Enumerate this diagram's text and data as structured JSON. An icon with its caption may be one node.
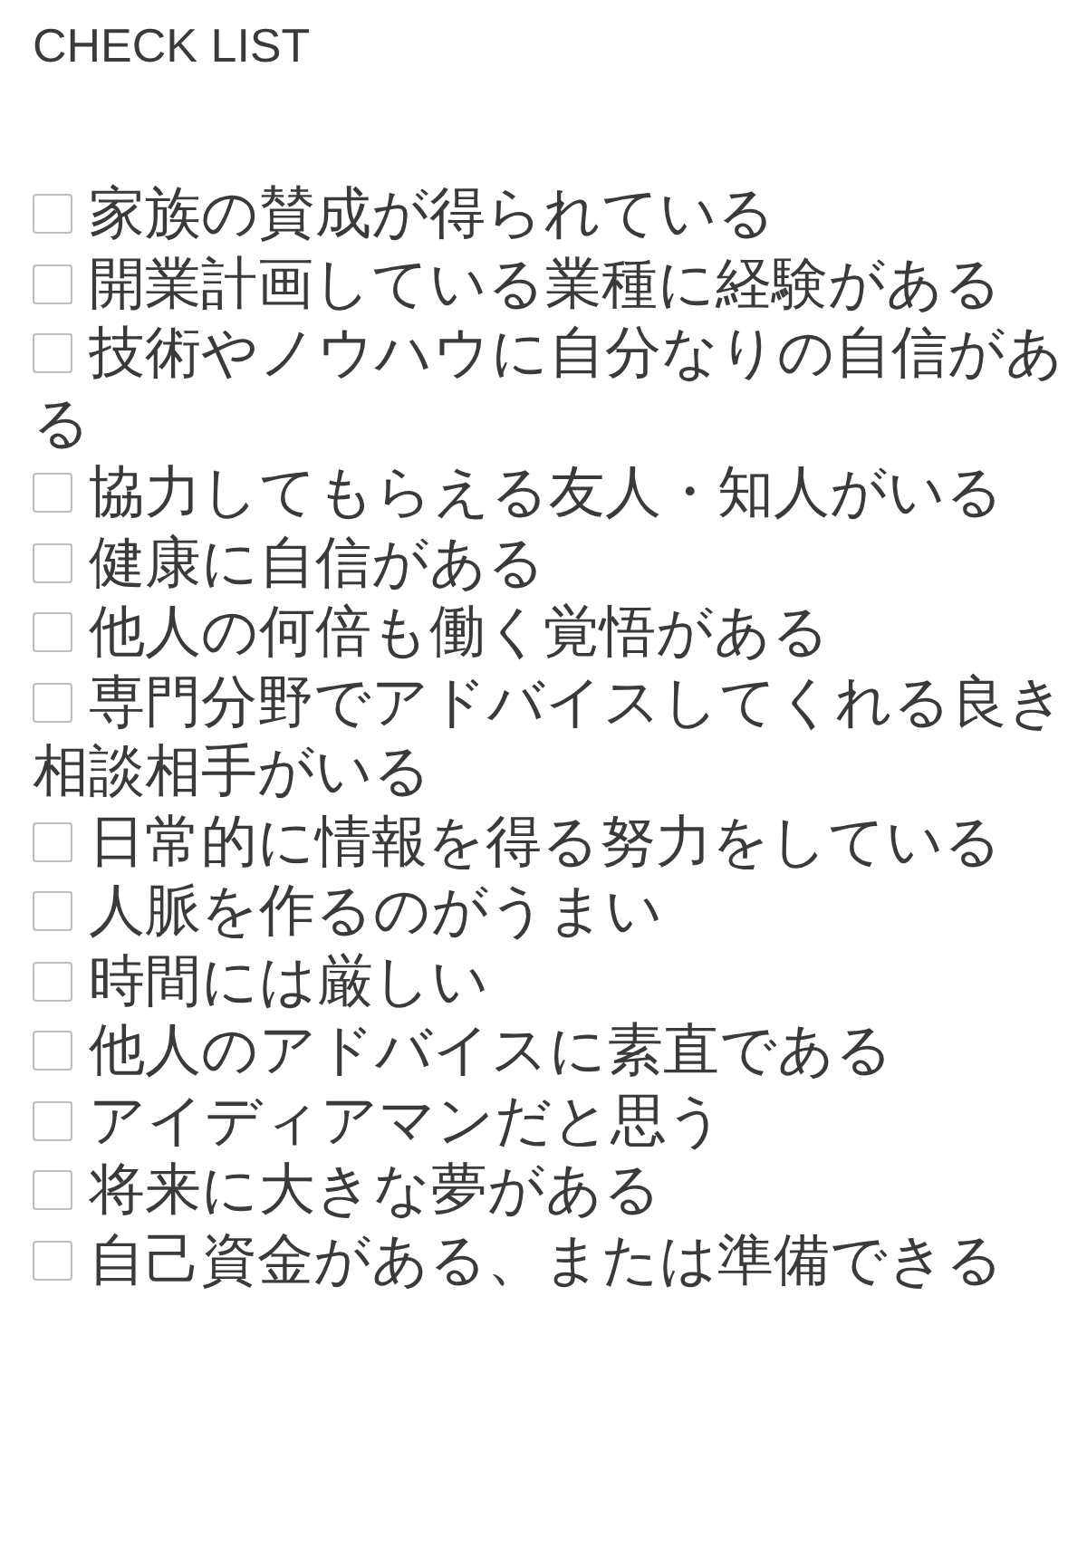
{
  "diagram": {
    "title": "CHECK LIST",
    "labels": [
      "家族の賛成が得られている",
      "開業計画している業種に経験がある",
      "技術やノウハウに自分なりの自信がある",
      "協力してもらえる友人・知人がいる",
      "健康に自信がある",
      "他人の何倍も働く覚悟がある",
      "専門分野でアドバイスしてくれる良き相談相手がいる",
      "日常的に情報を得る努力をしている",
      "人脈を作るのがうまい",
      "時間には厳しい",
      "他人のアドバイスに素直である",
      "アイディアマンだと思う",
      "将来に大きな夢がある",
      "自己資金がある、または準備できる"
    ]
  }
}
